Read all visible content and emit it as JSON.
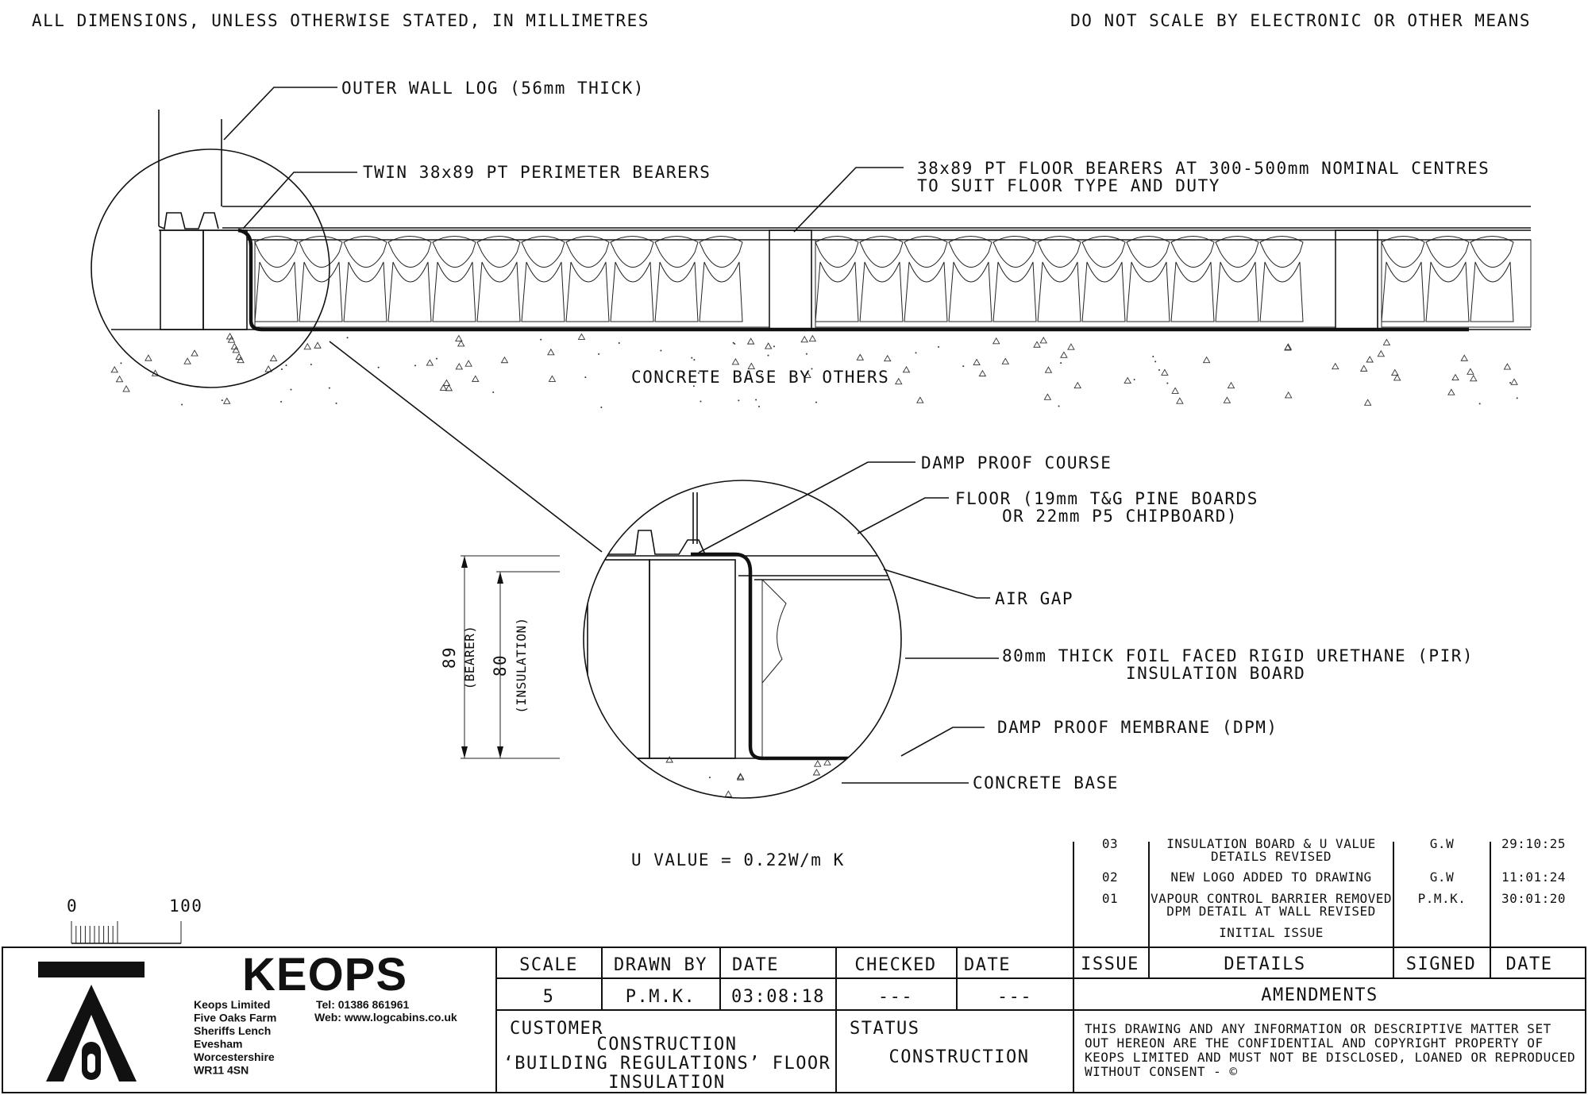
{
  "notes": {
    "dimensions": "ALL DIMENSIONS, UNLESS OTHERWISE STATED, IN MILLIMETRES",
    "do_not_scale": "DO NOT SCALE BY ELECTRONIC OR OTHER MEANS"
  },
  "labels": {
    "outer_wall": "OUTER WALL LOG (56mm THICK)",
    "twin_bearers": "TWIN 38x89 PT PERIMETER BEARERS",
    "floor_bearers_1": "38x89 PT FLOOR BEARERS AT 300-500mm NOMINAL CENTRES",
    "floor_bearers_2": "TO SUIT FLOOR TYPE AND DUTY",
    "concrete_base_others": "CONCRETE BASE BY OTHERS",
    "dpc": "DAMP PROOF COURSE",
    "floor_1": "FLOOR (19mm T&G PINE BOARDS",
    "floor_2": "OR 22mm P5 CHIPBOARD)",
    "air_gap": "AIR GAP",
    "insulation_1": "80mm THICK FOIL FACED RIGID URETHANE (PIR)",
    "insulation_2": "INSULATION BOARD",
    "dpm": "DAMP PROOF MEMBRANE (DPM)",
    "concrete_base": "CONCRETE BASE",
    "u_value": "U VALUE = 0.22W/m K"
  },
  "dimensions": {
    "bearer_value": "89",
    "bearer_label": "(BEARER)",
    "insulation_value": "80",
    "insulation_label": "(INSULATION)"
  },
  "scale_bar": {
    "start": "0",
    "end": "100"
  },
  "company": {
    "name": "KEOPS",
    "address": [
      "Keops Limited",
      "Five Oaks Farm",
      "Sheriffs Lench",
      "Evesham",
      "Worcestershire",
      "WR11 4SN"
    ],
    "tel": "Tel: 01386 861961",
    "web": "Web: www.logcabins.co.uk"
  },
  "title_block": {
    "scale_label": "SCALE",
    "scale_value": "5",
    "drawn_by_label": "DRAWN BY",
    "drawn_by_value": "P.M.K.",
    "date_label": "DATE",
    "date_value": "03:08:18",
    "checked_label": "CHECKED",
    "checked_value": "---",
    "date2_label": "DATE",
    "date2_value": "---",
    "customer_label": "CUSTOMER",
    "customer_lines": [
      "CONSTRUCTION",
      "‘BUILDING REGULATIONS’ FLOOR",
      "INSULATION"
    ],
    "status_label": "STATUS",
    "status_value": "CONSTRUCTION"
  },
  "amendments": {
    "headers": {
      "issue": "ISSUE",
      "details": "DETAILS",
      "signed": "SIGNED",
      "date": "DATE"
    },
    "title": "AMENDMENTS",
    "rows": [
      {
        "issue": "03",
        "details": [
          "INSULATION BOARD & U VALUE",
          "DETAILS REVISED"
        ],
        "signed": "G.W",
        "date": "29:10:25"
      },
      {
        "issue": "02",
        "details": [
          "NEW LOGO ADDED TO DRAWING"
        ],
        "signed": "G.W",
        "date": "11:01:24"
      },
      {
        "issue": "01",
        "details": [
          "VAPOUR CONTROL BARRIER REMOVED",
          "DPM DETAIL AT WALL REVISED"
        ],
        "signed": "P.M.K.",
        "date": "30:01:20"
      },
      {
        "issue": "",
        "details": [
          "INITIAL ISSUE"
        ],
        "signed": "",
        "date": ""
      }
    ]
  },
  "copyright": [
    "THIS DRAWING AND ANY INFORMATION OR DESCRIPTIVE MATTER SET",
    "OUT HEREON ARE THE CONFIDENTIAL AND COPYRIGHT PROPERTY OF",
    "KEOPS LIMITED AND MUST NOT BE DISCLOSED, LOANED OR REPRODUCED",
    "WITHOUT CONSENT - ©"
  ]
}
